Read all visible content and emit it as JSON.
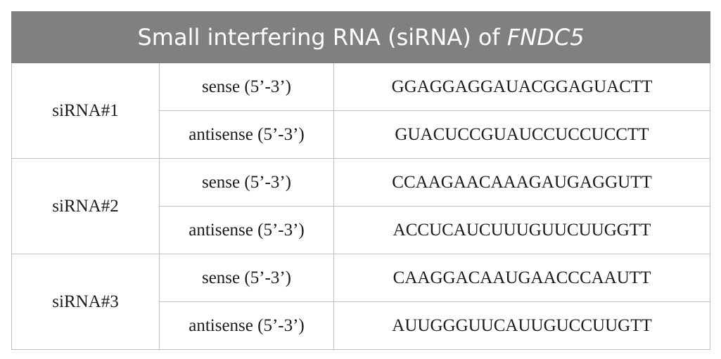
{
  "table": {
    "title_prefix": "Small interfering RNA (siRNA) of ",
    "title_gene": "FNDC5",
    "groups": [
      {
        "name": "siRNA#1",
        "rows": [
          {
            "strand": "sense (5’-3’)",
            "sequence": "GGAGGAGGAUACGGAGUACTT"
          },
          {
            "strand": "antisense (5’-3’)",
            "sequence": "GUACUCCGUAUCCUCCUCCTT"
          }
        ]
      },
      {
        "name": "siRNA#2",
        "rows": [
          {
            "strand": "sense (5’-3’)",
            "sequence": "CCAAGAACAAAGAUGAGGUTT"
          },
          {
            "strand": "antisense (5’-3’)",
            "sequence": "ACCUCAUCUUUGUUCUUGGTT"
          }
        ]
      },
      {
        "name": "siRNA#3",
        "rows": [
          {
            "strand": "sense (5’-3’)",
            "sequence": "CAAGGACAAUGAACCCAAUTT"
          },
          {
            "strand": "antisense (5’-3’)",
            "sequence": "AUUGGGUUCAUUGUCCUUGTT"
          }
        ]
      }
    ]
  }
}
